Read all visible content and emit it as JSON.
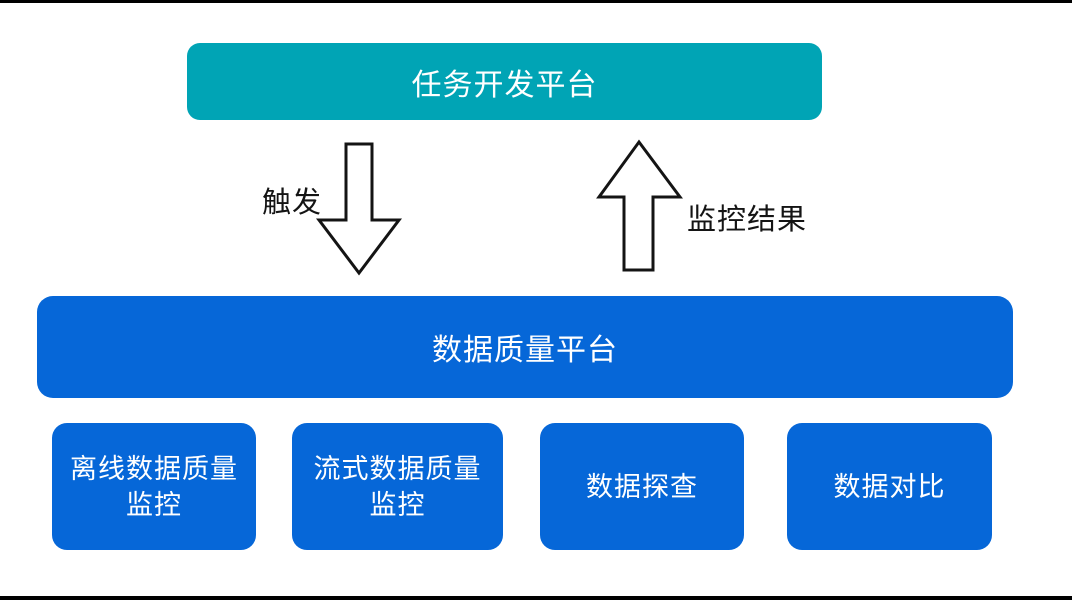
{
  "diagram": {
    "top_box": {
      "label": "任务开发平台"
    },
    "arrows": {
      "trigger": {
        "direction": "down",
        "label": "触发"
      },
      "result": {
        "direction": "up",
        "label": "监控结果"
      }
    },
    "platform_box": {
      "label": "数据质量平台"
    },
    "modules": [
      {
        "label": "离线数据质量\n监控"
      },
      {
        "label": "流式数据质量\n监控"
      },
      {
        "label": "数据探查"
      },
      {
        "label": "数据对比"
      }
    ],
    "colors": {
      "top_box_fill": "#00a4b5",
      "platform_fill": "#0667d8",
      "box_text": "#ffffff",
      "arrow_fill": "#ffffff",
      "arrow_stroke": "#141414",
      "label_text": "#141414",
      "background": "#ffffff",
      "letterbox": "#000000"
    }
  }
}
